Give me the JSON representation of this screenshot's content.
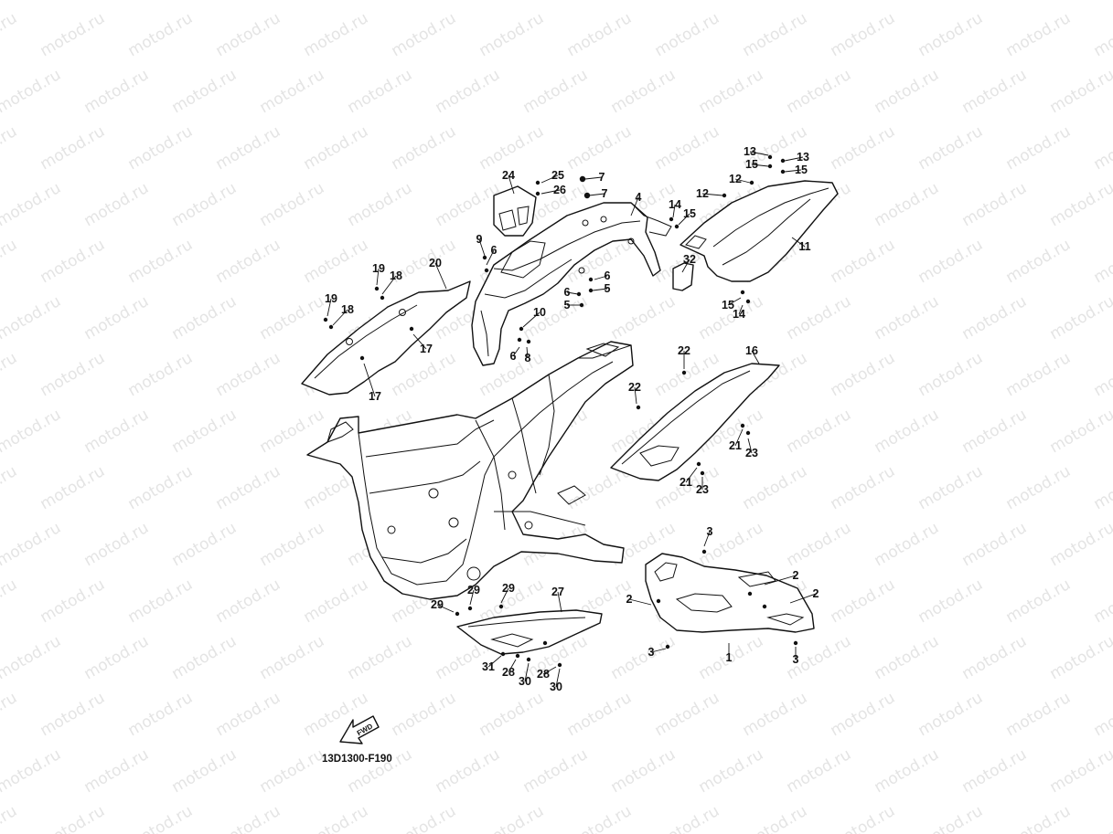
{
  "watermark": {
    "text": "motod.ru"
  },
  "diagram": {
    "code": "13D1300-F190",
    "fwd_label": "FWD",
    "callouts": [
      {
        "id": "c-1",
        "text": "1",
        "parent": "part-1"
      },
      {
        "id": "c-2a",
        "text": "2",
        "parent": "part-1"
      },
      {
        "id": "c-2b",
        "text": "2",
        "parent": "part-1"
      },
      {
        "id": "c-2c",
        "text": "2",
        "parent": "part-1"
      },
      {
        "id": "c-3a",
        "text": "3",
        "parent": "part-1"
      },
      {
        "id": "c-3b",
        "text": "3",
        "parent": "part-1"
      },
      {
        "id": "c-3c",
        "text": "3",
        "parent": "part-1"
      },
      {
        "id": "c-4",
        "text": "4",
        "parent": "part-4"
      },
      {
        "id": "c-5a",
        "text": "5",
        "parent": "part-4"
      },
      {
        "id": "c-5b",
        "text": "5",
        "parent": "part-4"
      },
      {
        "id": "c-6a",
        "text": "6",
        "parent": "part-4"
      },
      {
        "id": "c-6b",
        "text": "6",
        "parent": "part-4"
      },
      {
        "id": "c-6c",
        "text": "6",
        "parent": "part-4"
      },
      {
        "id": "c-6d",
        "text": "6",
        "parent": "part-4"
      },
      {
        "id": "c-7a",
        "text": "7",
        "parent": "part-4"
      },
      {
        "id": "c-7b",
        "text": "7",
        "parent": "part-4"
      },
      {
        "id": "c-8",
        "text": "8",
        "parent": "part-4"
      },
      {
        "id": "c-9",
        "text": "9",
        "parent": "part-4"
      },
      {
        "id": "c-10",
        "text": "10",
        "parent": "part-4"
      },
      {
        "id": "c-11",
        "text": "11",
        "parent": "part-11"
      },
      {
        "id": "c-12a",
        "text": "12",
        "parent": "part-11"
      },
      {
        "id": "c-12b",
        "text": "12",
        "parent": "part-11"
      },
      {
        "id": "c-13a",
        "text": "13",
        "parent": "part-11"
      },
      {
        "id": "c-13b",
        "text": "13",
        "parent": "part-11"
      },
      {
        "id": "c-14a",
        "text": "14",
        "parent": "part-11"
      },
      {
        "id": "c-14b",
        "text": "14",
        "parent": "part-11"
      },
      {
        "id": "c-15a",
        "text": "15",
        "parent": "part-11"
      },
      {
        "id": "c-15b",
        "text": "15",
        "parent": "part-11"
      },
      {
        "id": "c-15c",
        "text": "15",
        "parent": "part-11"
      },
      {
        "id": "c-15d",
        "text": "15",
        "parent": "part-11"
      },
      {
        "id": "c-16",
        "text": "16",
        "parent": "part-16"
      },
      {
        "id": "c-17a",
        "text": "17",
        "parent": "part-20"
      },
      {
        "id": "c-17b",
        "text": "17",
        "parent": "part-20"
      },
      {
        "id": "c-18a",
        "text": "18",
        "parent": "part-20"
      },
      {
        "id": "c-18b",
        "text": "18",
        "parent": "part-20"
      },
      {
        "id": "c-19a",
        "text": "19",
        "parent": "part-20"
      },
      {
        "id": "c-19b",
        "text": "19",
        "parent": "part-20"
      },
      {
        "id": "c-20",
        "text": "20",
        "parent": "part-20"
      },
      {
        "id": "c-21a",
        "text": "21",
        "parent": "part-16"
      },
      {
        "id": "c-21b",
        "text": "21",
        "parent": "part-16"
      },
      {
        "id": "c-22a",
        "text": "22",
        "parent": "part-16"
      },
      {
        "id": "c-22b",
        "text": "22",
        "parent": "part-16"
      },
      {
        "id": "c-23a",
        "text": "23",
        "parent": "part-16"
      },
      {
        "id": "c-23b",
        "text": "23",
        "parent": "part-16"
      },
      {
        "id": "c-24",
        "text": "24",
        "parent": "part-24"
      },
      {
        "id": "c-25",
        "text": "25",
        "parent": "part-24"
      },
      {
        "id": "c-26",
        "text": "26",
        "parent": "part-24"
      },
      {
        "id": "c-27",
        "text": "27",
        "parent": "part-27"
      },
      {
        "id": "c-28a",
        "text": "28",
        "parent": "part-27"
      },
      {
        "id": "c-28b",
        "text": "28",
        "parent": "part-27"
      },
      {
        "id": "c-29a",
        "text": "29",
        "parent": "part-27"
      },
      {
        "id": "c-29b",
        "text": "29",
        "parent": "part-27"
      },
      {
        "id": "c-29c",
        "text": "29",
        "parent": "part-27"
      },
      {
        "id": "c-30a",
        "text": "30",
        "parent": "part-27"
      },
      {
        "id": "c-30b",
        "text": "30",
        "parent": "part-27"
      },
      {
        "id": "c-31",
        "text": "31",
        "parent": "part-27"
      },
      {
        "id": "c-32",
        "text": "32",
        "parent": "part-4"
      }
    ]
  }
}
